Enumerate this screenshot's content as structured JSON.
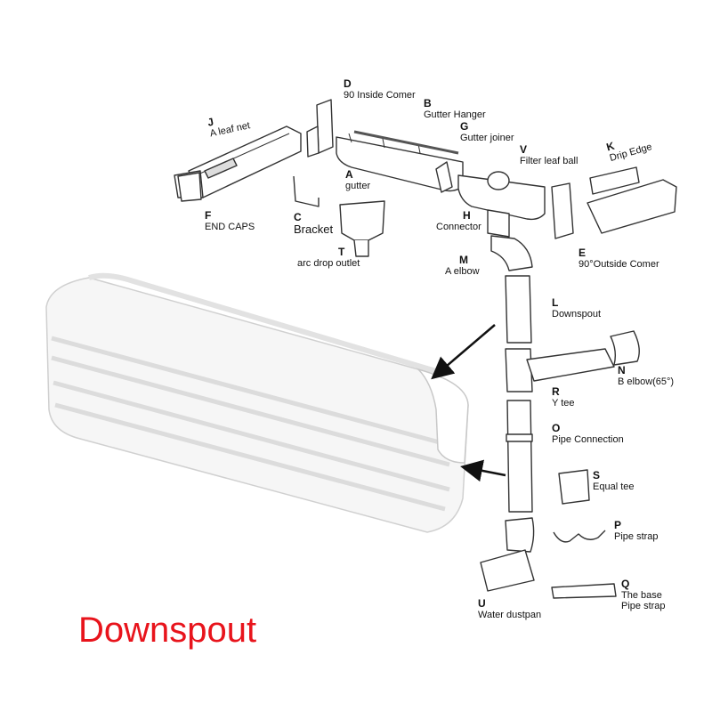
{
  "caption": "Downspout",
  "colors": {
    "caption": "#e8141c",
    "outline": "#333333",
    "pipe_fill": "#f4f4f4"
  },
  "parts": [
    {
      "code": "D",
      "name": "90 Inside Comer"
    },
    {
      "code": "B",
      "name": "Gutter Hanger"
    },
    {
      "code": "J",
      "name": "A leaf net"
    },
    {
      "code": "G",
      "name": "Gutter joiner"
    },
    {
      "code": "V",
      "name": "Filter leaf ball"
    },
    {
      "code": "K",
      "name": "Drip Edge"
    },
    {
      "code": "A",
      "name": "gutter"
    },
    {
      "code": "F",
      "name": "END CAPS"
    },
    {
      "code": "C",
      "name": "Bracket"
    },
    {
      "code": "H",
      "name": "Connector"
    },
    {
      "code": "T",
      "name": "arc drop outlet"
    },
    {
      "code": "E",
      "name": "90°Outside Comer"
    },
    {
      "code": "M",
      "name": "A elbow"
    },
    {
      "code": "L",
      "name": "Downspout"
    },
    {
      "code": "N",
      "name": "B elbow(65°)"
    },
    {
      "code": "R",
      "name": "Y tee"
    },
    {
      "code": "O",
      "name": "Pipe Connection"
    },
    {
      "code": "S",
      "name": "Equal tee"
    },
    {
      "code": "P",
      "name": "Pipe strap"
    },
    {
      "code": "Q",
      "name": "The base Pipe strap"
    },
    {
      "code": "U",
      "name": "Water dustpan"
    }
  ]
}
